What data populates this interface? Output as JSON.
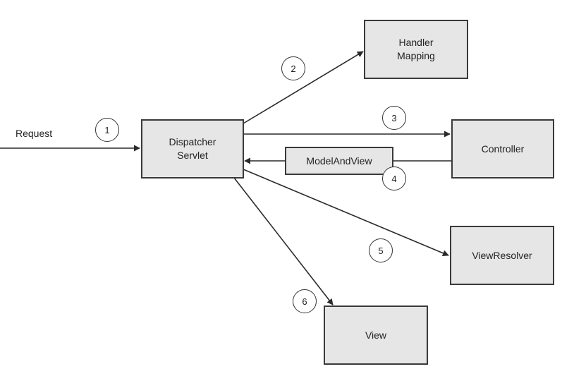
{
  "request_label": "Request",
  "nodes": {
    "dispatcher": {
      "line1": "Dispatcher",
      "line2": "Servlet"
    },
    "handler_mapping": {
      "line1": "Handler",
      "line2": "Mapping"
    },
    "controller": {
      "label": "Controller"
    },
    "model_and_view": {
      "label": "ModelAndView"
    },
    "view_resolver": {
      "label": "ViewResolver"
    },
    "view": {
      "label": "View"
    }
  },
  "steps": [
    "1",
    "2",
    "3",
    "4",
    "5",
    "6"
  ],
  "colors": {
    "box_fill": "#e6e6e6",
    "stroke": "#3a3a3a",
    "background": "#ffffff"
  }
}
